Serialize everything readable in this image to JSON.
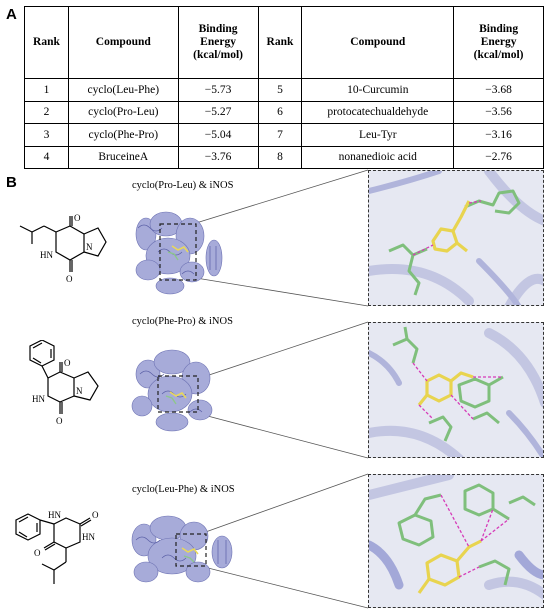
{
  "panel_a": {
    "letter": "A",
    "headers": {
      "rank": "Rank",
      "compound": "Compound",
      "binding_energy_line1": "Binding",
      "binding_energy_line2": "Energy",
      "binding_energy_line3": "(kcal/mol)"
    },
    "rows": [
      {
        "rank1": "1",
        "compound1": "cyclo(Leu-Phe)",
        "energy1": "−5.73",
        "rank2": "5",
        "compound2": "10-Curcumin",
        "energy2": "−3.68"
      },
      {
        "rank1": "2",
        "compound1": "cyclo(Pro-Leu)",
        "energy1": "−5.27",
        "rank2": "6",
        "compound2": "protocatechualdehyde",
        "energy2": "−3.56"
      },
      {
        "rank1": "3",
        "compound1": "cyclo(Phe-Pro)",
        "energy1": "−5.04",
        "rank2": "7",
        "compound2": "Leu-Tyr",
        "energy2": "−3.16"
      },
      {
        "rank1": "4",
        "compound1": "BruceineA",
        "energy1": "−3.76",
        "rank2": "8",
        "compound2": "nonanedioic acid",
        "energy2": "−2.76"
      }
    ]
  },
  "panel_b": {
    "letter": "B",
    "complexes": [
      {
        "label": "cyclo(Pro-Leu) & iNOS"
      },
      {
        "label": "cyclo(Phe-Pro) & iNOS"
      },
      {
        "label": "cyclo(Leu-Phe) & iNOS"
      }
    ],
    "atom_labels": {
      "nh": "HN",
      "n": "N",
      "o": "O"
    }
  },
  "colors": {
    "protein": "#9ea3d6",
    "protein_dark": "#6d72b3",
    "ligand": "#e9d85a",
    "residue": "#8dc78b",
    "hbond": "#d63ab8",
    "zoom_bg": "#e6e8f2"
  }
}
